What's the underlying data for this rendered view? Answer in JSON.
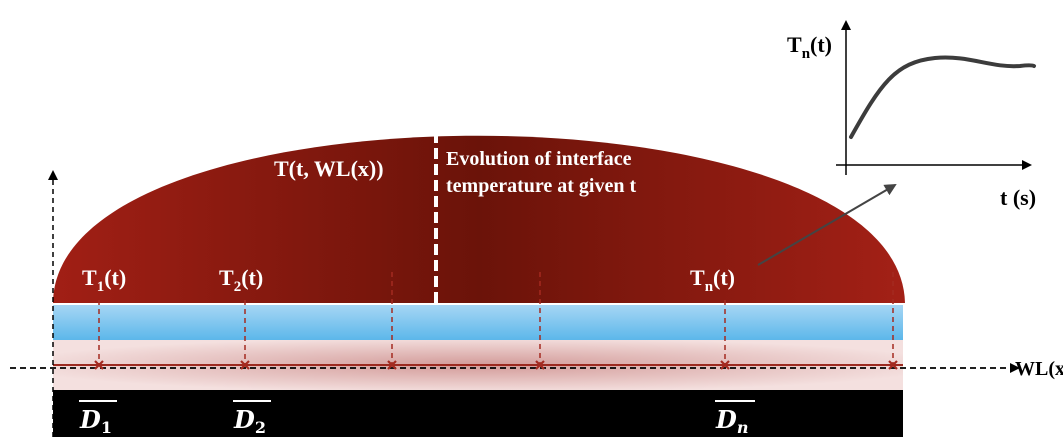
{
  "dome_label": "T(t, WL(x))",
  "evolution_label": {
    "line1": "Evolution of interface",
    "line2": "temperature at given t"
  },
  "probe_labels": {
    "t1": {
      "main": "T",
      "sub": "1",
      "tail": "(t)"
    },
    "t2": {
      "main": "T",
      "sub": "2",
      "tail": "(t)"
    },
    "tn": {
      "main": "T",
      "sub": "n",
      "tail": "(t)"
    }
  },
  "axis_label": "WL(x)",
  "inset": {
    "y_label": {
      "main": "T",
      "sub": "n",
      "tail": "(t)"
    },
    "x_label": "t (s)"
  },
  "d_labels": {
    "d1": {
      "main": "D",
      "sub": "1"
    },
    "d2": {
      "main": "D",
      "sub": "2"
    },
    "dn": {
      "main": "D",
      "sub": "n"
    }
  },
  "colors": {
    "dome_edge": "#9e1e14",
    "dome_center": "#6a1209",
    "water_top": "#a9d9f5",
    "water_bottom": "#5bb8ea",
    "interface": "#f3dedd",
    "interface_center": "#d7a3a2",
    "probe_line": "#a42a20",
    "substrate": "#000000"
  }
}
